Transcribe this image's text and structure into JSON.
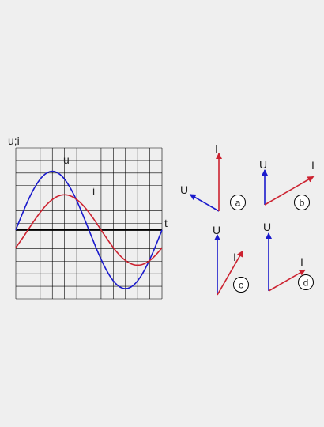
{
  "colors": {
    "background": "#efefef",
    "grid": "#000000",
    "axis": "#000000",
    "voltage": "#1a1acc",
    "current": "#cc2230",
    "text": "#222222"
  },
  "waveform": {
    "y_axis_label": "u;i",
    "x_axis_label": "t",
    "voltage_label": "u",
    "current_label": "i",
    "voltage_amplitude": 4,
    "current_amplitude": 2.4,
    "current_phase_lag_deg": 30,
    "x_range_deg": [
      0,
      360
    ],
    "y_range": [
      -4.7,
      5.6
    ]
  },
  "phasors": [
    {
      "option": "a",
      "voltage_label": "U",
      "current_label": "I",
      "voltage_angle_deg": 150,
      "current_angle_deg": 90
    },
    {
      "option": "b",
      "voltage_label": "U",
      "current_label": "I",
      "voltage_angle_deg": 90,
      "current_angle_deg": 30
    },
    {
      "option": "c",
      "voltage_label": "U",
      "current_label": "I",
      "voltage_angle_deg": 90,
      "current_angle_deg": 60
    },
    {
      "option": "d",
      "voltage_label": "U",
      "current_label": "I",
      "voltage_angle_deg": 90,
      "current_angle_deg": 30
    }
  ]
}
